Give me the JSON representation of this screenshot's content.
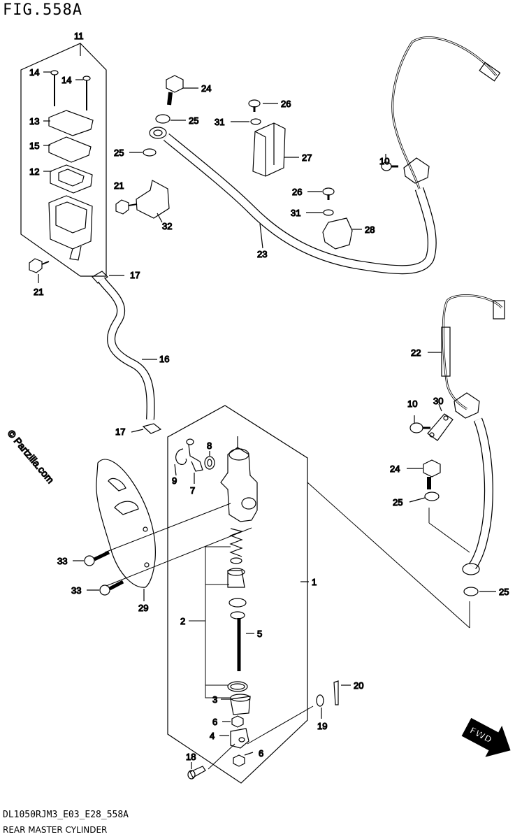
{
  "figure": {
    "title": "FIG.558A",
    "code": "DL1050RJM3_E03_E28_558A",
    "name": "REAR MASTER CYLINDER",
    "watermark": "© Partzilla.com",
    "fwd_label": "FWD"
  },
  "callouts": {
    "c1": "1",
    "c2": "2",
    "c3": "3",
    "c4": "4",
    "c5": "5",
    "c6a": "6",
    "c6b": "6",
    "c7": "7",
    "c8": "8",
    "c9": "9",
    "c10a": "10",
    "c10b": "10",
    "c11": "11",
    "c12": "12",
    "c13": "13",
    "c14a": "14",
    "c14b": "14",
    "c15": "15",
    "c16": "16",
    "c17a": "17",
    "c17b": "17",
    "c18": "18",
    "c19": "19",
    "c20": "20",
    "c21a": "21",
    "c21b": "21",
    "c22": "22",
    "c23": "23",
    "c24a": "24",
    "c24b": "24",
    "c25a": "25",
    "c25b": "25",
    "c25c": "25",
    "c25d": "25",
    "c26a": "26",
    "c26b": "26",
    "c27": "27",
    "c28": "28",
    "c29": "29",
    "c30": "30",
    "c31a": "31",
    "c31b": "31",
    "c32": "32",
    "c33a": "33",
    "c33b": "33"
  }
}
